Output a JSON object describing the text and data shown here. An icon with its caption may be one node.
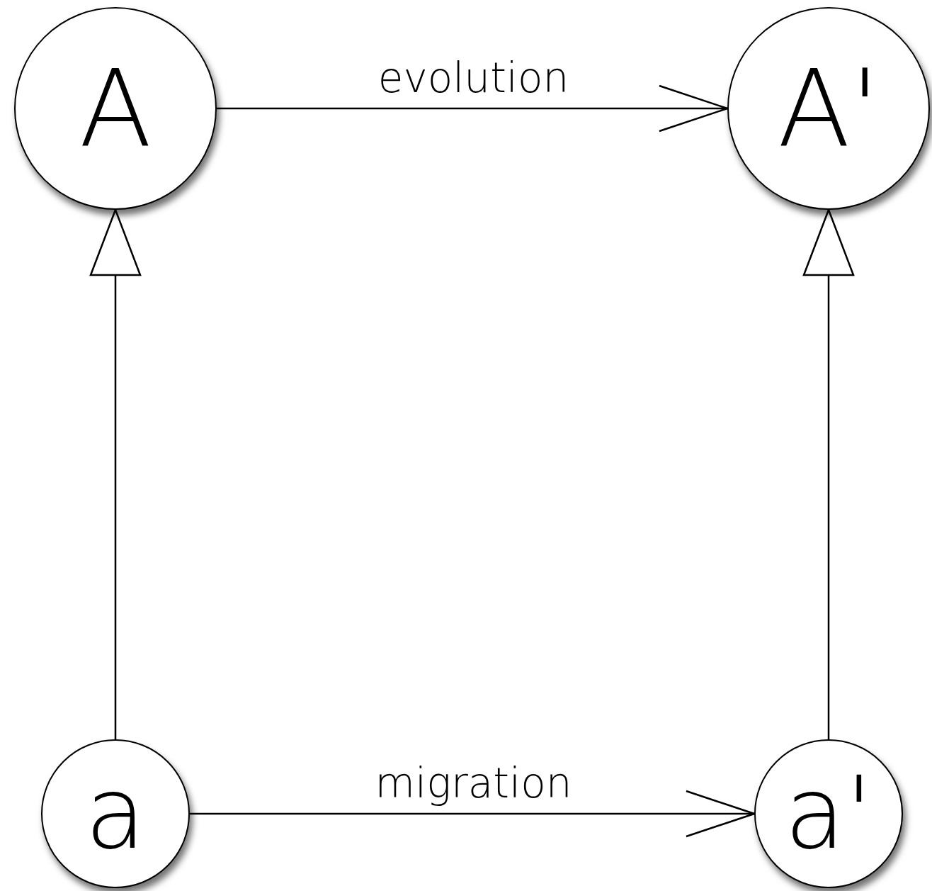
{
  "diagram": {
    "nodes": [
      {
        "text": [
          "A"
        ]
      },
      {
        "text": [
          "A'"
        ]
      },
      {
        "text": [
          "a"
        ]
      },
      {
        "text": [
          "a'"
        ]
      }
    ],
    "edges": [
      {
        "from": 0,
        "to": 1,
        "arrow": "to",
        "label": "evolution"
      },
      {
        "from": 2,
        "to": 3,
        "arrow": "to",
        "label": "migration"
      },
      {
        "from": 2,
        "to": 0,
        "arrow": "to"
      },
      {
        "from": 3,
        "to": 1,
        "arrow": "to"
      }
    ]
  }
}
